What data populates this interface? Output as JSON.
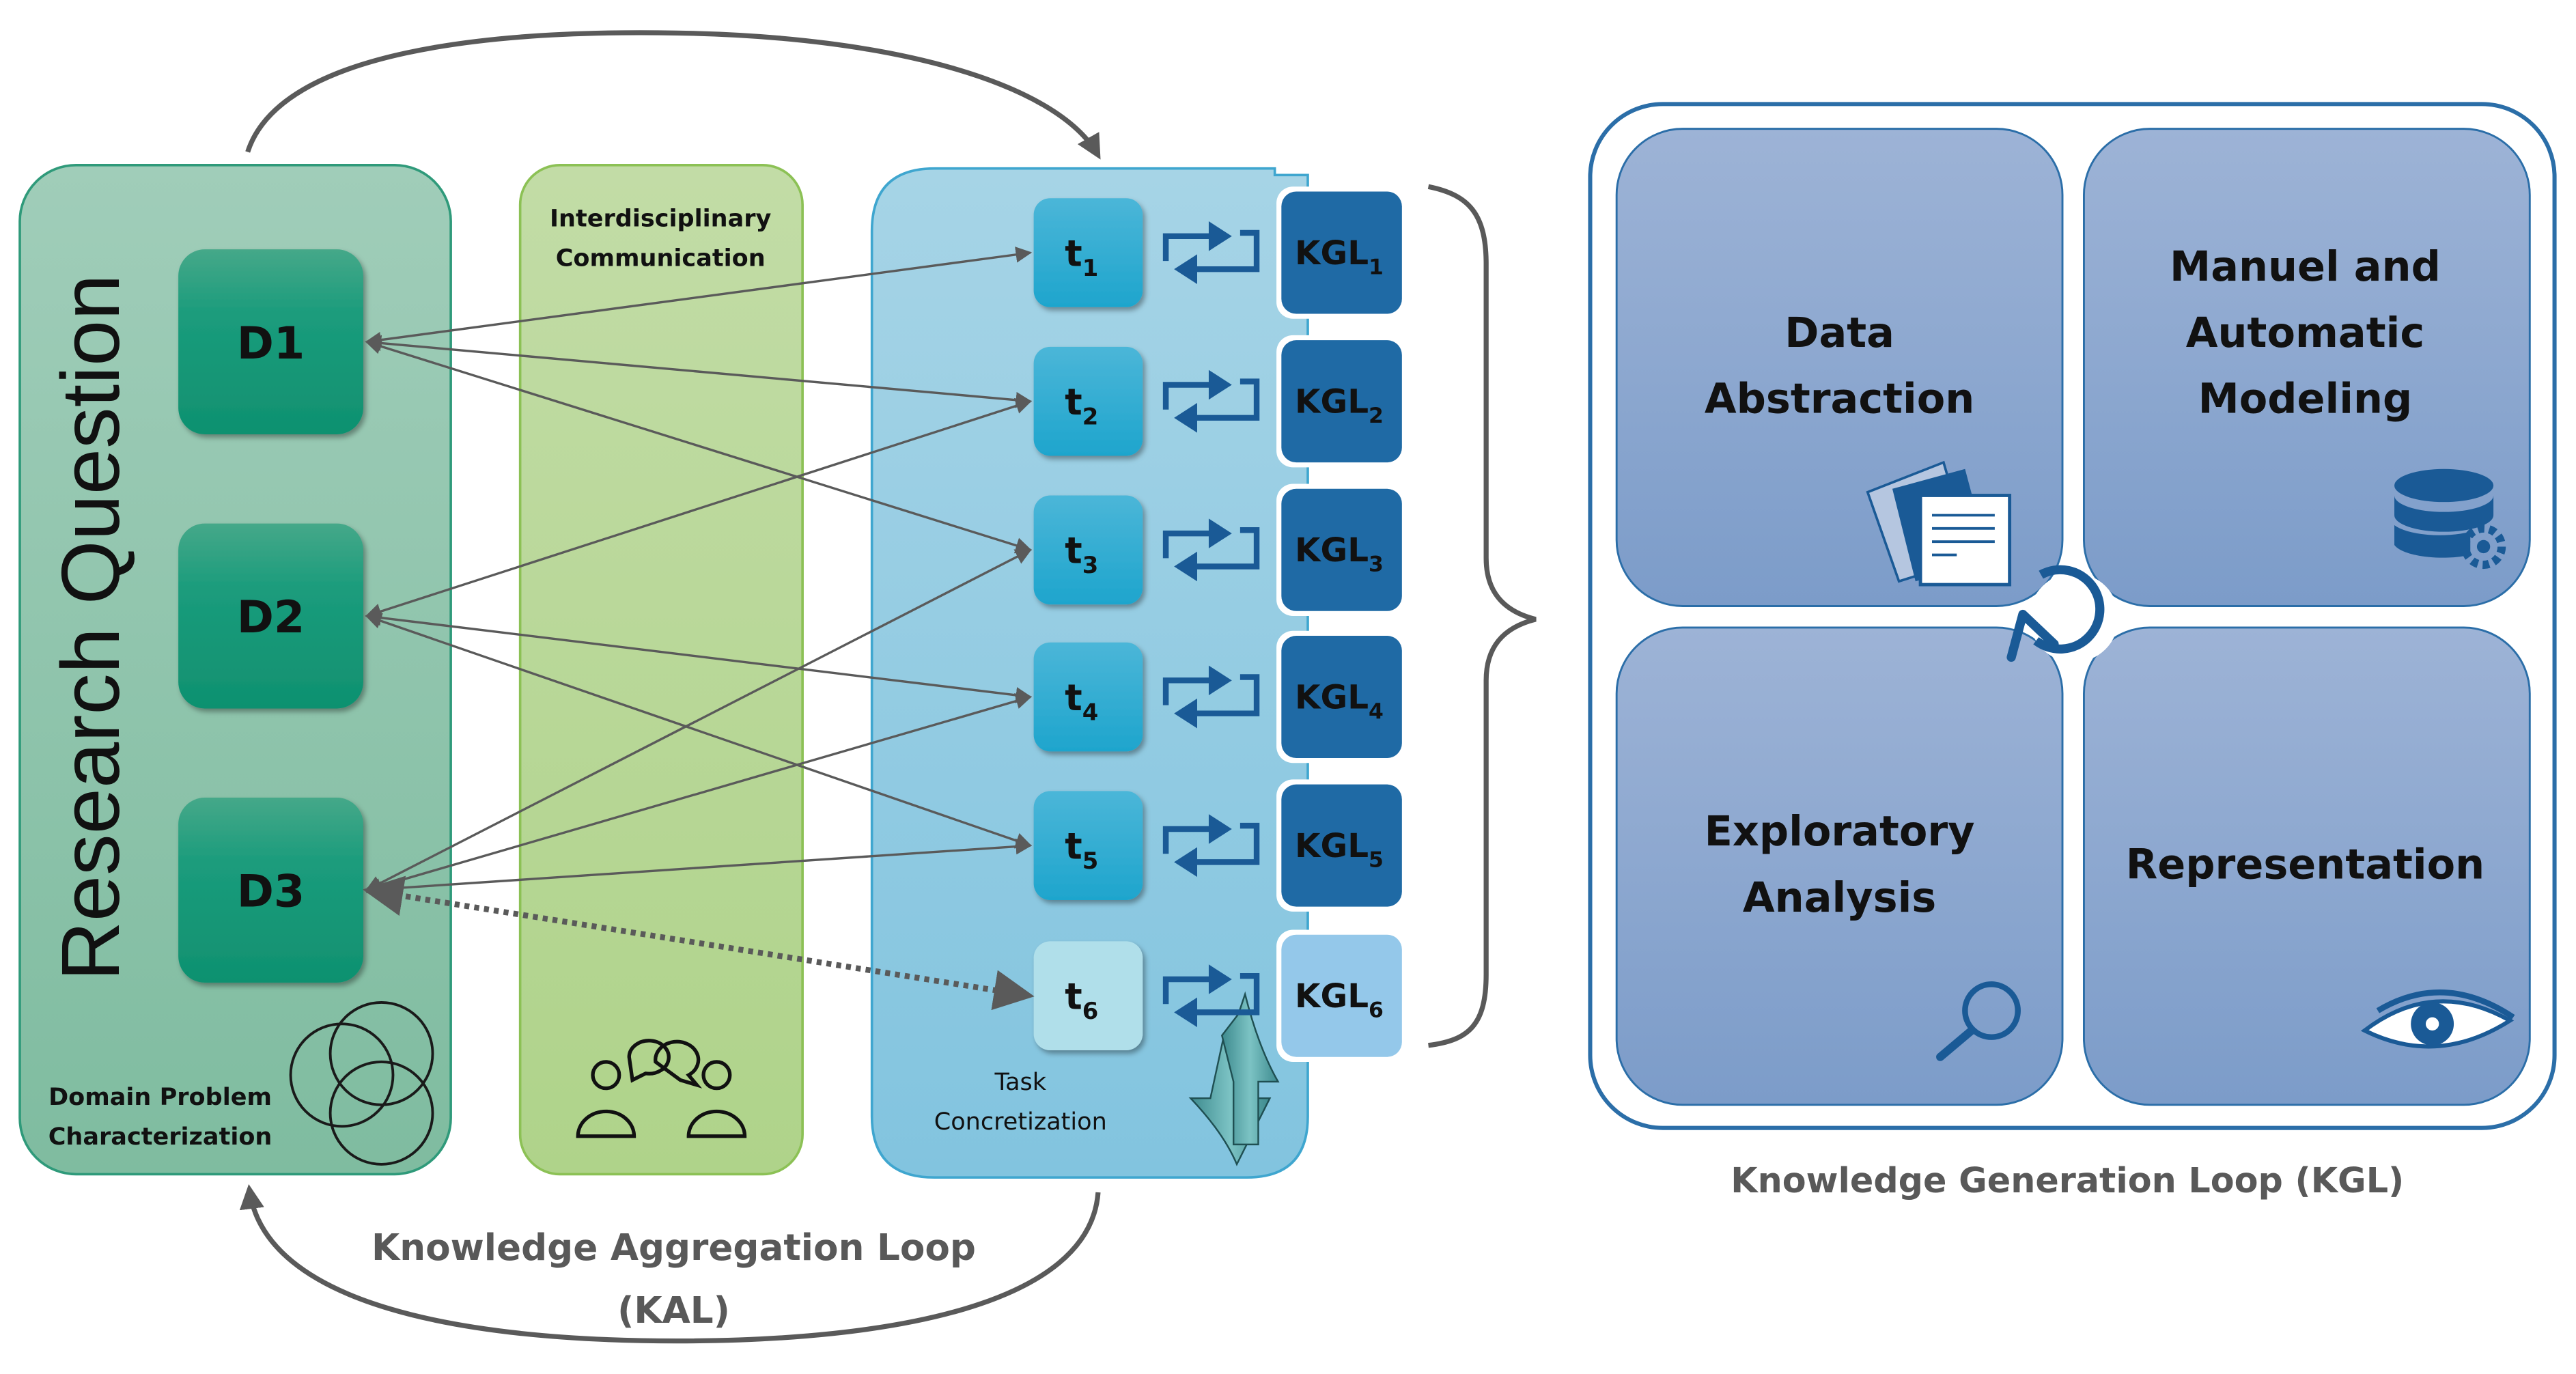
{
  "domain_panel": {
    "title": "Research Question",
    "caption_line1": "Domain Problem",
    "caption_line2": "Characterization",
    "nodes": [
      "D1",
      "D2",
      "D3"
    ],
    "color": "#8fc4ac",
    "node_color": "#16987a"
  },
  "communication_panel": {
    "caption_line1": "Interdisciplinary",
    "caption_line2": "Communication",
    "color": "#bcd99a"
  },
  "task_panel": {
    "caption_line1": "Task",
    "caption_line2": "Concretization",
    "color": "#98cde3",
    "tasks": [
      {
        "base": "t",
        "sub": "1",
        "active": true
      },
      {
        "base": "t",
        "sub": "2",
        "active": true
      },
      {
        "base": "t",
        "sub": "3",
        "active": true
      },
      {
        "base": "t",
        "sub": "4",
        "active": true
      },
      {
        "base": "t",
        "sub": "5",
        "active": true
      },
      {
        "base": "t",
        "sub": "6",
        "active": false
      }
    ],
    "kgl_boxes": [
      {
        "base": "KGL",
        "sub": "1",
        "active": true
      },
      {
        "base": "KGL",
        "sub": "2",
        "active": true
      },
      {
        "base": "KGL",
        "sub": "3",
        "active": true
      },
      {
        "base": "KGL",
        "sub": "4",
        "active": true
      },
      {
        "base": "KGL",
        "sub": "5",
        "active": true
      },
      {
        "base": "KGL",
        "sub": "6",
        "active": false
      }
    ]
  },
  "links": [
    {
      "from": "D1",
      "to": "t1",
      "style": "solid"
    },
    {
      "from": "D1",
      "to": "t2",
      "style": "solid"
    },
    {
      "from": "D1",
      "to": "t3",
      "style": "solid"
    },
    {
      "from": "D2",
      "to": "t2",
      "style": "solid"
    },
    {
      "from": "D2",
      "to": "t4",
      "style": "solid"
    },
    {
      "from": "D2",
      "to": "t5",
      "style": "solid"
    },
    {
      "from": "D3",
      "to": "t3",
      "style": "solid"
    },
    {
      "from": "D3",
      "to": "t4",
      "style": "solid"
    },
    {
      "from": "D3",
      "to": "t5",
      "style": "solid"
    },
    {
      "from": "D3",
      "to": "t6",
      "style": "dotted"
    }
  ],
  "kal": {
    "label_line1": "Knowledge Aggregation Loop",
    "label_line2": "(KAL)"
  },
  "kgl": {
    "label": "Knowledge Generation Loop (KGL)",
    "quadrants": [
      {
        "lines": [
          "Data",
          "Abstraction"
        ],
        "icon": "documents-icon"
      },
      {
        "lines": [
          "Manuel and",
          "Automatic",
          "Modeling"
        ],
        "icon": "database-gear-icon"
      },
      {
        "lines": [
          "Exploratory",
          "Analysis"
        ],
        "icon": "magnifier-icon"
      },
      {
        "lines": [
          "Representation"
        ],
        "icon": "eye-icon"
      }
    ],
    "quadrant_color": "#8ba7cf",
    "accent": "#1a5a96"
  },
  "colors": {
    "task_active": "#29abd4",
    "task_inactive": "#b0dfea",
    "kgl_active": "#1f6aa5",
    "kgl_inactive": "#94c8ea",
    "loop_icon": "#1a5a96",
    "arrow": "#5a5a5a",
    "label_gray": "#595959"
  }
}
